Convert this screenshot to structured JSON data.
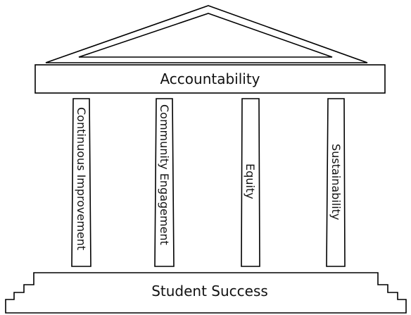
{
  "roof": {
    "label": "Accountability"
  },
  "pillars": [
    {
      "label": "Continuous Improvement"
    },
    {
      "label": "Community Engagement"
    },
    {
      "label": "Equity"
    },
    {
      "label": "Sustainability"
    }
  ],
  "foundation": {
    "label": "Student Success"
  },
  "colors": {
    "stroke": "#000000",
    "fill": "#ffffff",
    "text": "#111111"
  }
}
